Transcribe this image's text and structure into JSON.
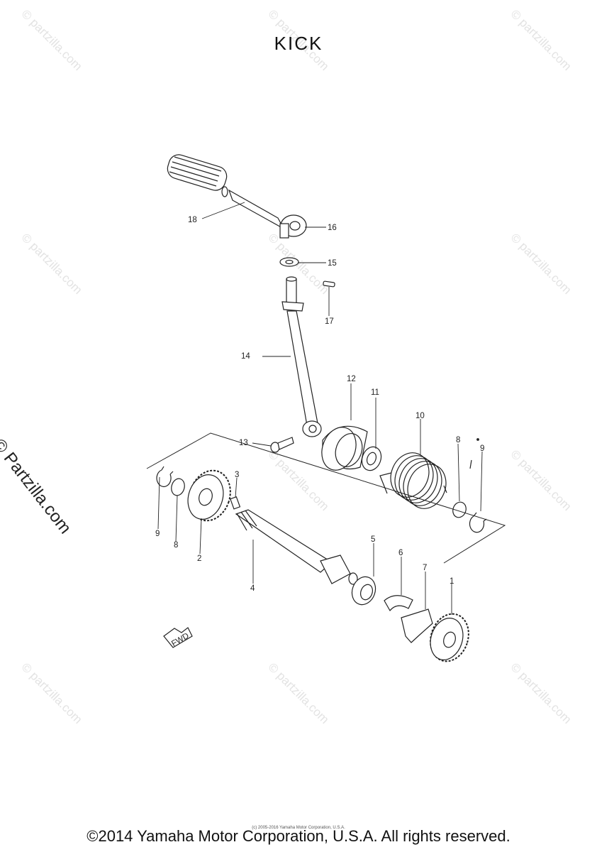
{
  "title": "KICK",
  "watermark": "© partzilla.com",
  "side_watermark": "© Partzilla.com",
  "fwd_label": "FWD",
  "small_copyright": "(c) 2005-2016 Yamaha Motor Corporation, U.S.A.",
  "copyright": "©2014 Yamaha Motor Corporation, U.S.A. All rights reserved.",
  "callouts": [
    "1",
    "2",
    "3",
    "4",
    "5",
    "6",
    "7",
    "8",
    "8",
    "9",
    "9",
    "10",
    "11",
    "12",
    "13",
    "14",
    "15",
    "16",
    "17",
    "18"
  ]
}
